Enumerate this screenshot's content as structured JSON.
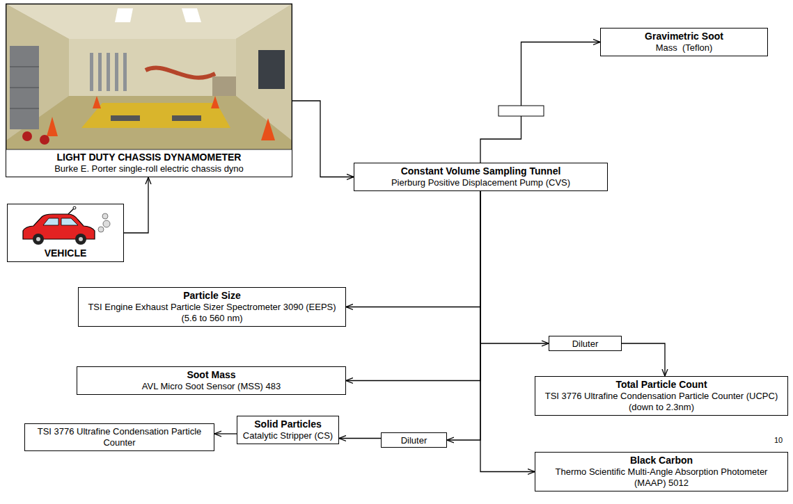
{
  "diagram": {
    "nodes": [
      {
        "text": [
          "LIGHT DUTY CHASSIS DYNAMOMETER",
          "Burke E. Porter single-roll electric chassis dyno"
        ]
      },
      {
        "text": [
          "VEHICLE"
        ]
      },
      {
        "text": [
          "Constant Volume Sampling Tunnel",
          "Pierburg Positive Displacement Pump (CVS)"
        ]
      },
      {
        "text": [
          "Gravimetric Soot",
          "Mass  (Teflon)"
        ]
      },
      {
        "text": [
          "Particle Size",
          "TSI Engine Exhaust Particle Sizer Spectrometer 3090 (EEPS) (5.6 to 560 nm)"
        ]
      },
      {
        "text": [
          "Soot Mass",
          "AVL Micro Soot Sensor (MSS) 483"
        ]
      },
      {
        "text": [
          "Diluter"
        ]
      },
      {
        "text": [
          "Total Particle Count",
          "TSI 3776 Ultrafine Condensation Particle Counter (UCPC) (down to 2.3nm)"
        ]
      },
      {
        "text": [
          "Diluter"
        ]
      },
      {
        "text": [
          "Solid Particles",
          "Catalytic Stripper (CS)"
        ]
      },
      {
        "text": [
          "TSI 3776 Ultrafine Condensation Particle Counter"
        ]
      },
      {
        "text": [
          "Black Carbon",
          "Thermo Scientific Multi-Angle Absorption Photometer (MAAP) 5012"
        ]
      }
    ],
    "edges": [
      {
        "from": 1,
        "to": 0,
        "arrow": "to"
      },
      {
        "from": 0,
        "to": 2,
        "arrow": "to"
      },
      {
        "from": 2,
        "to": 3,
        "arrow": "to"
      },
      {
        "from": 2,
        "to": 4,
        "arrow": "to"
      },
      {
        "from": 2,
        "to": 5,
        "arrow": "to"
      },
      {
        "from": 2,
        "to": 6,
        "arrow": "to"
      },
      {
        "from": 6,
        "to": 7,
        "arrow": "to"
      },
      {
        "from": 2,
        "to": 8,
        "arrow": "to"
      },
      {
        "from": 8,
        "to": 9,
        "arrow": "to"
      },
      {
        "from": 9,
        "to": 10,
        "arrow": "to"
      },
      {
        "from": 2,
        "to": 11,
        "arrow": "to"
      }
    ],
    "labels": [
      "10"
    ]
  }
}
